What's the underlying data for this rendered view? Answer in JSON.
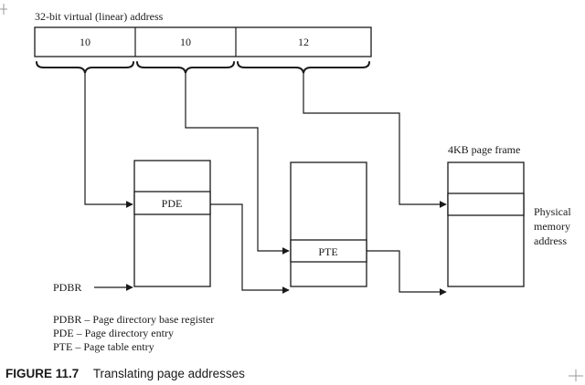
{
  "diagram": {
    "address_label": "32-bit virtual (linear) address",
    "address_fields": [
      "10",
      "10",
      "12"
    ],
    "page_directory_entry": "PDE",
    "page_table_entry": "PTE",
    "page_frame_label": "4KB page frame",
    "physical_address_lines": [
      "Physical",
      "memory",
      "address"
    ],
    "base_register": "PDBR"
  },
  "legend": [
    "PDBR – Page directory base register",
    "PDE – Page directory entry",
    "PTE – Page table entry"
  ],
  "caption": {
    "figure_number": "FIGURE 11.7",
    "title": "Translating page addresses"
  }
}
